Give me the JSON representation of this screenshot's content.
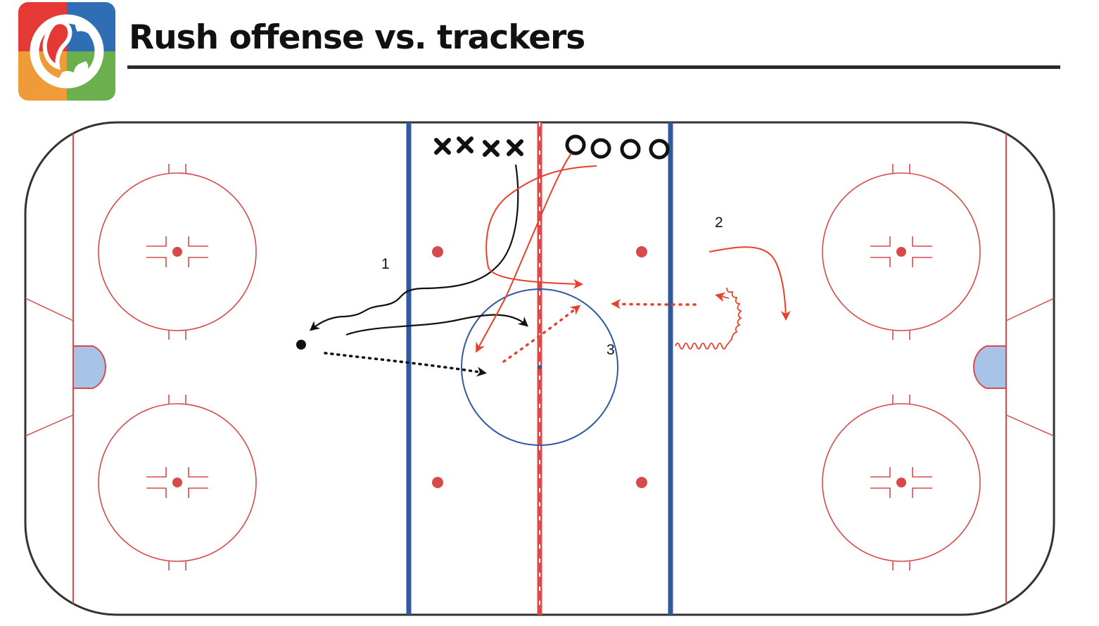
{
  "header": {
    "title": "Rush offense vs. trackers",
    "logo_colors": {
      "red": "#e53935",
      "blue": "#2f6db5",
      "orange": "#ef9b3a",
      "green": "#6ab04c"
    }
  },
  "diagram": {
    "labels": {
      "one": "1",
      "two": "2",
      "three": "3"
    },
    "players": {
      "x_players": [
        "x",
        "x",
        "x",
        "x"
      ],
      "o_players": [
        "o",
        "o",
        "o",
        "o"
      ]
    },
    "colors": {
      "red_line": "#e04848",
      "blue_line": "#2f5aa0",
      "rink_lines": "#d84a4a",
      "crease": "#a7c4e8",
      "offense_path": "#111111",
      "defense_path": "#e8402a"
    }
  }
}
